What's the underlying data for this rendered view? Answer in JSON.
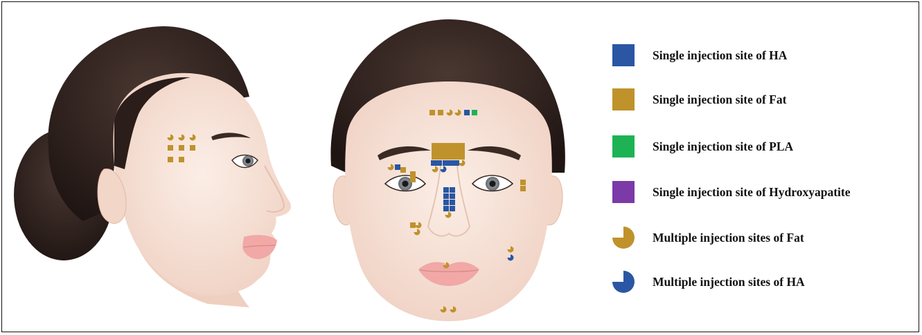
{
  "colors": {
    "ha": "#2a56a3",
    "fat": "#bf922c",
    "pla": "#1db354",
    "hydroxyapatite": "#7b3aa8",
    "hair": "#2a1d1a",
    "skin": "#f7e1d6",
    "lips": "#f1a8a6"
  },
  "legend": {
    "items": [
      {
        "key": "ha",
        "shape": "square",
        "color": "#2a56a3",
        "label": "Single injection site of HA"
      },
      {
        "key": "fat",
        "shape": "square",
        "color": "#bf922c",
        "label": "Single injection site of Fat"
      },
      {
        "key": "pla",
        "shape": "square",
        "color": "#1db354",
        "label": "Single injection site of PLA"
      },
      {
        "key": "hydro",
        "shape": "square",
        "color": "#7b3aa8",
        "label": "Single injection site of Hydroxyapatite"
      },
      {
        "key": "mfat",
        "shape": "pacman",
        "color": "#bf922c",
        "label": "Multiple injection sites of Fat"
      },
      {
        "key": "mha",
        "shape": "pacman",
        "color": "#2a56a3",
        "label": "Multiple injection sites of HA"
      }
    ]
  },
  "figures": {
    "profile": {
      "view": "side",
      "icon": "female-profile-illustration"
    },
    "frontal": {
      "view": "front",
      "icon": "female-frontal-illustration"
    }
  }
}
